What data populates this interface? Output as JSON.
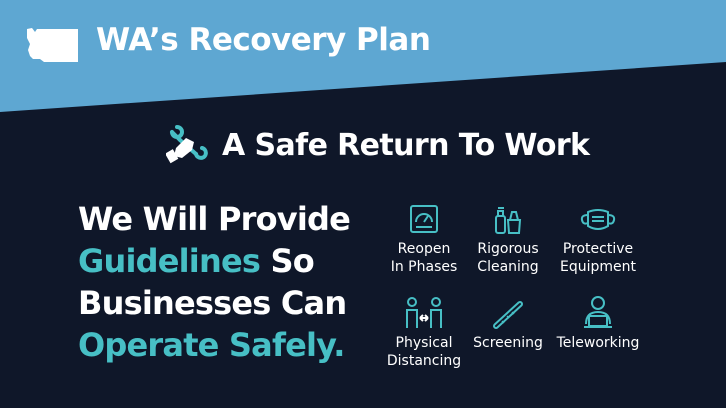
{
  "header": {
    "title": "WA’s Recovery Plan",
    "logo_icon": "washington-state-shape-icon",
    "band_color": "#5ea7d2"
  },
  "subheader": {
    "title": "A Safe Return To Work",
    "icon": "wrench-hand-icon"
  },
  "headline": {
    "line1": "We Will Provide",
    "line2_highlight": "Guidelines",
    "line2_rest": " So",
    "line3": "Businesses Can",
    "line4_highlight": "Operate Safely.",
    "highlight_color": "#47bfc5"
  },
  "features": [
    {
      "label": "Reopen\nIn Phases",
      "icon": "gauge-icon"
    },
    {
      "label": "Rigorous\nCleaning",
      "icon": "cleaning-supplies-icon"
    },
    {
      "label": "Protective\nEquipment",
      "icon": "face-mask-icon"
    },
    {
      "label": "Physical\nDistancing",
      "icon": "people-distancing-icon"
    },
    {
      "label": "Screening",
      "icon": "thermometer-icon"
    },
    {
      "label": "Teleworking",
      "icon": "person-laptop-icon"
    }
  ]
}
